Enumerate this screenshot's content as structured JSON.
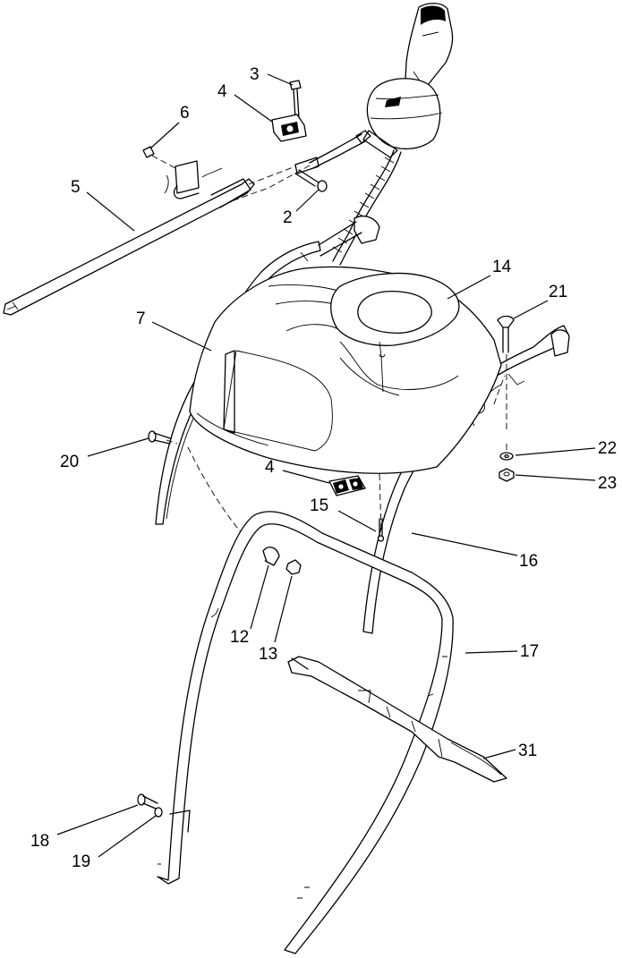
{
  "callouts": [
    {
      "id": "c3",
      "label": "3"
    },
    {
      "id": "c4a",
      "label": "4"
    },
    {
      "id": "c6",
      "label": "6"
    },
    {
      "id": "c5",
      "label": "5"
    },
    {
      "id": "c2",
      "label": "2"
    },
    {
      "id": "c14",
      "label": "14"
    },
    {
      "id": "c21",
      "label": "21"
    },
    {
      "id": "c7",
      "label": "7"
    },
    {
      "id": "c22",
      "label": "22"
    },
    {
      "id": "c20",
      "label": "20"
    },
    {
      "id": "c23",
      "label": "23"
    },
    {
      "id": "c4b",
      "label": "4"
    },
    {
      "id": "c15",
      "label": "15"
    },
    {
      "id": "c16",
      "label": "16"
    },
    {
      "id": "c12",
      "label": "12"
    },
    {
      "id": "c13",
      "label": "13"
    },
    {
      "id": "c17",
      "label": "17"
    },
    {
      "id": "c31",
      "label": "31"
    },
    {
      "id": "c18",
      "label": "18"
    },
    {
      "id": "c19",
      "label": "19"
    }
  ]
}
